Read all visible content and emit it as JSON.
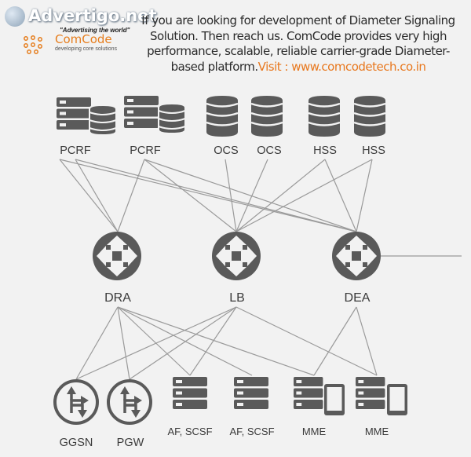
{
  "header": {
    "site_name": "Advertigo.net",
    "site_tagline": "\"Advertising the world\"",
    "company_name": "ComCode",
    "company_sub": "developing core solutions",
    "intro_text": "If you are looking for development of Diameter Signaling Solution. Then reach us. ComCode provides very high performance, scalable, reliable carrier-grade Diameter-based platform.",
    "visit_text": "Visit : www.comcodetech.co.in"
  },
  "nodes": {
    "top": [
      {
        "label": "PCRF",
        "icon": "server-database-icon"
      },
      {
        "label": "PCRF",
        "icon": "server-database-icon"
      },
      {
        "label": "OCS",
        "icon": "database-icon"
      },
      {
        "label": "OCS",
        "icon": "database-icon"
      },
      {
        "label": "HSS",
        "icon": "database-icon"
      },
      {
        "label": "HSS",
        "icon": "database-icon"
      }
    ],
    "hubs": [
      {
        "label": "DRA",
        "icon": "router-icon"
      },
      {
        "label": "LB",
        "icon": "router-icon"
      },
      {
        "label": "DEA",
        "icon": "router-icon"
      }
    ],
    "bottom": [
      {
        "label": "GGSN",
        "icon": "gateway-icon"
      },
      {
        "label": "PGW",
        "icon": "gateway-icon"
      },
      {
        "label": "AF, SCSF",
        "icon": "server-icon"
      },
      {
        "label": "AF, SCSF",
        "icon": "server-icon"
      },
      {
        "label": "MME",
        "icon": "server-mobile-icon"
      },
      {
        "label": "MME",
        "icon": "server-mobile-icon"
      }
    ]
  },
  "colors": {
    "icon": "#5a5a5a",
    "line": "#9a9a9a",
    "accent": "#e8781e"
  }
}
